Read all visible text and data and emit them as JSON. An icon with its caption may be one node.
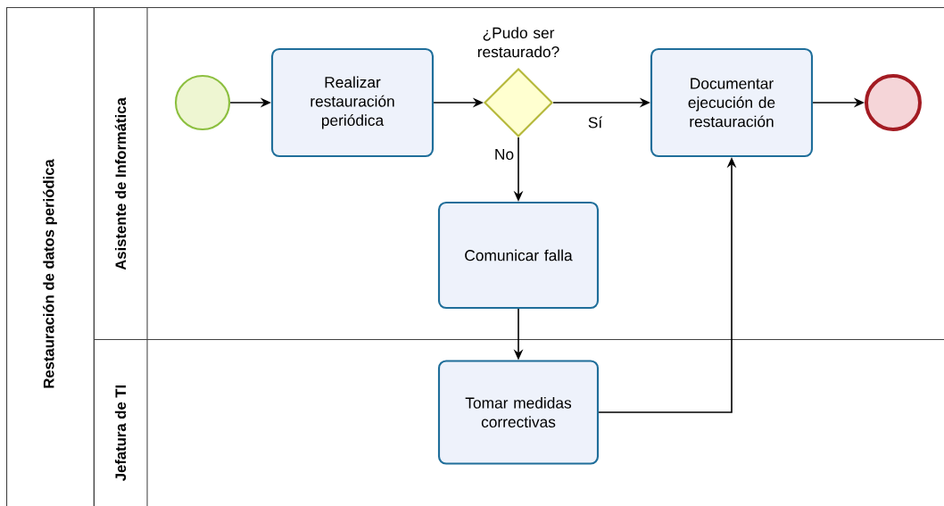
{
  "diagram": {
    "nodes": [
      {
        "text": [
          "Restauración de datos periódica"
        ]
      },
      {
        "text": [
          "Asistente de Informática"
        ],
        "in": 0
      },
      {
        "text": [
          "Jefatura de TI"
        ],
        "in": 0
      },
      {
        "text": [],
        "shape": "circle",
        "in": 1
      },
      {
        "text": [
          "Realizar restauración periódica"
        ],
        "in": 1
      },
      {
        "text": [
          "¿Pudo ser restaurado?"
        ],
        "in": 1
      },
      {
        "text": [
          "Documentar ejecución de restauración"
        ],
        "in": 1
      },
      {
        "text": [],
        "shape": "circle",
        "in": 1
      },
      {
        "text": [
          "Comunicar falla"
        ],
        "in": 1
      },
      {
        "text": [
          "Tomar medidas correctivas"
        ],
        "in": 2
      }
    ],
    "edges": [
      {
        "from": 3,
        "to": 4,
        "arrow": "to"
      },
      {
        "from": 4,
        "to": 5,
        "arrow": "to"
      },
      {
        "from": 5,
        "to": 6,
        "arrow": "to",
        "label": "Sí"
      },
      {
        "from": 6,
        "to": 7,
        "arrow": "to"
      },
      {
        "from": 5,
        "to": 8,
        "arrow": "to",
        "label": "No"
      },
      {
        "from": 8,
        "to": 9,
        "arrow": "to"
      },
      {
        "from": 9,
        "to": 6,
        "arrow": "to"
      }
    ]
  }
}
